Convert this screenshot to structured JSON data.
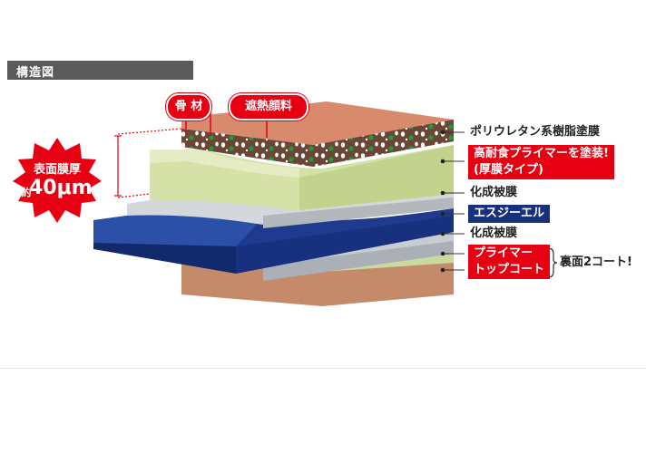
{
  "header": {
    "title": "構造図"
  },
  "callouts": {
    "aggregate": "骨 材",
    "heat_pigment": "遮熱顔料"
  },
  "thickness_badge": {
    "line1": "表面膜厚",
    "prefix": "約",
    "value": "40μm"
  },
  "layer_labels": {
    "polyurethane": "ポリウレタン系樹脂塗膜",
    "primer_line1": "高耐食プライマーを塗装!",
    "primer_line2": "(厚膜タイプ)",
    "conversion_top": "化成被膜",
    "ssteel": "エスジーエル",
    "conversion_bottom": "化成被膜",
    "back_primer": "プライマー",
    "back_topcoat": "トップコート",
    "back_note": "裏面2コート!"
  },
  "colors": {
    "accent_red": "#e60012",
    "navy": "#17317f",
    "header_gray": "#5a5a5a",
    "topcoat": "#d98a6c",
    "primer": "#cfdca0",
    "conversion": "#c8ccd0",
    "back_brown": "#c58a6a"
  }
}
